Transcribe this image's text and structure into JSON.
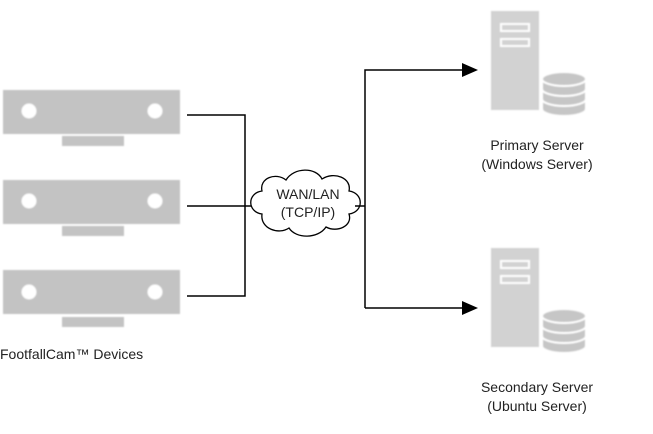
{
  "devices": {
    "label": "FootfallCam™ Devices",
    "count": 3,
    "color": "#c3c3c3"
  },
  "network": {
    "line1": "WAN/LAN",
    "line2": "(TCP/IP)"
  },
  "servers": [
    {
      "name": "Primary Server",
      "os": "(Windows Server)",
      "icon": "server-database-icon"
    },
    {
      "name": "Secondary Server",
      "os": "(Ubuntu Server)",
      "icon": "server-database-icon"
    }
  ],
  "colors": {
    "line": "#000000",
    "device": "#c3c3c3",
    "server": "#d2d2d2"
  }
}
